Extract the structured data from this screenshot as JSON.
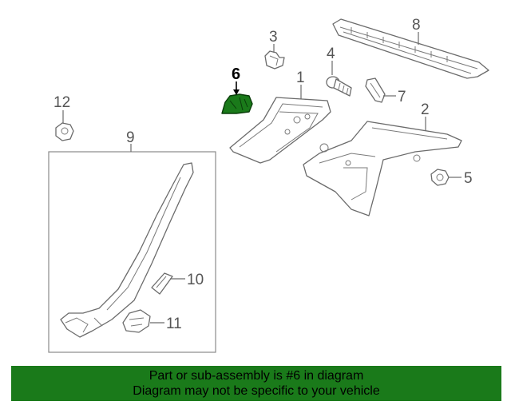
{
  "diagram": {
    "callouts": [
      {
        "id": "1",
        "label": "1"
      },
      {
        "id": "2",
        "label": "2"
      },
      {
        "id": "3",
        "label": "3"
      },
      {
        "id": "4",
        "label": "4"
      },
      {
        "id": "5",
        "label": "5"
      },
      {
        "id": "6",
        "label": "6"
      },
      {
        "id": "7",
        "label": "7"
      },
      {
        "id": "8",
        "label": "8"
      },
      {
        "id": "9",
        "label": "9"
      },
      {
        "id": "10",
        "label": "10"
      },
      {
        "id": "11",
        "label": "11"
      },
      {
        "id": "12",
        "label": "12"
      }
    ],
    "highlight_color": "#1a7a1a"
  },
  "footer": {
    "line1": "Part or sub-assembly is #6 in diagram",
    "line2": "Diagram may not be specific to your vehicle",
    "background": "#1a7a1a"
  }
}
